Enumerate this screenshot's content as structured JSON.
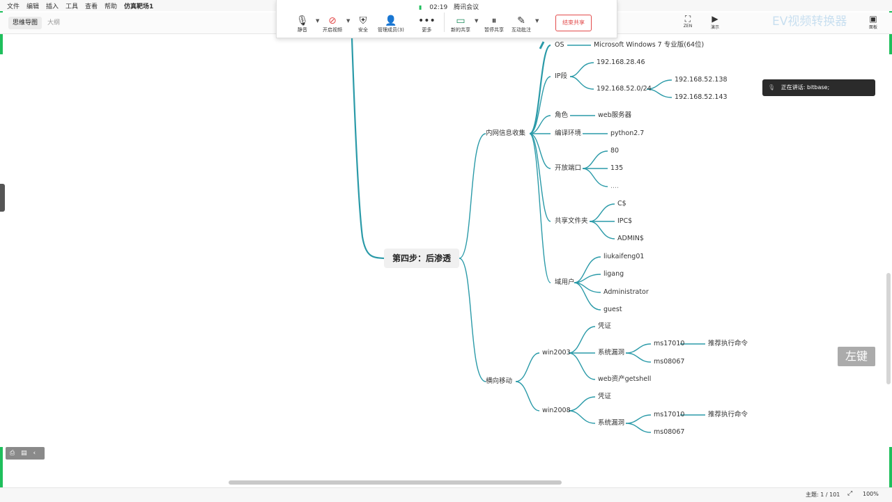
{
  "menu": [
    "文件",
    "编辑",
    "插入",
    "工具",
    "查看",
    "帮助"
  ],
  "document_title": "仿真靶场1",
  "view_tabs": {
    "mindmap": "思维导图",
    "outline": "大纲"
  },
  "right_tools": {
    "zen": "ZEN",
    "present": "演示",
    "panel": "面板"
  },
  "meeting": {
    "signal_time": "02:19",
    "title": "腾讯会议",
    "buttons": {
      "mute": "静音",
      "video": "开启视频",
      "security": "安全",
      "members": "管理成员(3)",
      "more": "更多",
      "new_share": "新的共享",
      "pause_share": "暂停共享",
      "annotate": "互动批注"
    },
    "end_share": "结束共享"
  },
  "mindmap": {
    "central": "第四步：后渗透",
    "branch1": {
      "label": "内网信息收集",
      "os": {
        "label": "OS",
        "value": "Microsoft Windows 7 专业版(64位)"
      },
      "ip": {
        "label": "IP段",
        "a": "192.168.28.46",
        "b": "192.168.52.0/24",
        "b1": "192.168.52.138",
        "b2": "192.168.52.143"
      },
      "role": {
        "label": "角色",
        "value": "web服务器"
      },
      "env": {
        "label": "编译环境",
        "value": "python2.7"
      },
      "ports": {
        "label": "开放端口",
        "p1": "80",
        "p2": "135",
        "p3": "...."
      },
      "shares": {
        "label": "共享文件夹",
        "s1": "C$",
        "s2": "IPC$",
        "s3": "ADMIN$"
      },
      "users": {
        "label": "域用户",
        "u1": "liukaifeng01",
        "u2": "ligang",
        "u3": "Administrator",
        "u4": "guest"
      }
    },
    "branch2": {
      "label": "横向移动",
      "w2003": {
        "label": "win2003",
        "cred": "凭证",
        "vuln": "系统漏洞",
        "ms1": "ms17010",
        "ms1_note": "推荐执行命令",
        "ms2": "ms08067",
        "web": "web资产getshell"
      },
      "w2008": {
        "label": "win2008",
        "cred": "凭证",
        "vuln": "系统漏洞",
        "ms1": "ms17010",
        "ms1_note": "推荐执行命令",
        "ms2": "ms08067"
      }
    }
  },
  "speaking": "正在讲话: bitbase;",
  "left_key": "左键",
  "watermark": "EV视频转换器",
  "status": {
    "topic": "主题: 1 / 101",
    "zoom": "100%"
  },
  "colors": {
    "branch_line": "#2a9aa8",
    "frame_green": "#1fbf5c",
    "end_share_red": "#e24a4a"
  }
}
